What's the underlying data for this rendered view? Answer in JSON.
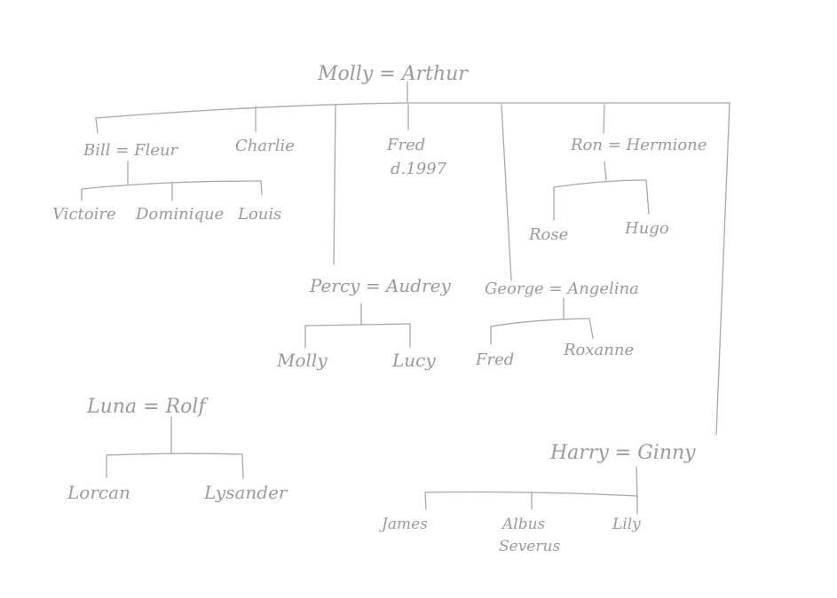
{
  "ink_color": "#9a9a9a",
  "couples": {
    "molly_arthur": {
      "a": "Molly",
      "b": "Arthur",
      "sep": "="
    },
    "bill_fleur": {
      "a": "Bill",
      "b": "Fleur",
      "sep": "="
    },
    "ron_hermione": {
      "a": "Ron",
      "b": "Hermione",
      "sep": "="
    },
    "percy_audrey": {
      "a": "Percy",
      "b": "Audrey",
      "sep": "="
    },
    "george_angelina": {
      "a": "George",
      "b": "Angelina",
      "sep": "="
    },
    "luna_rolf": {
      "a": "Luna",
      "b": "Rolf",
      "sep": "="
    },
    "harry_ginny": {
      "a": "Harry",
      "b": "Ginny",
      "sep": "="
    }
  },
  "singles": {
    "charlie": "Charlie",
    "fred": "Fred",
    "fred_death": "d.1997"
  },
  "children": {
    "bill_fleur": [
      "Victoire",
      "Dominique",
      "Louis"
    ],
    "ron_hermione": [
      "Rose",
      "Hugo"
    ],
    "percy_audrey": [
      "Molly",
      "Lucy"
    ],
    "george_angelina": [
      "Fred",
      "Roxanne"
    ],
    "luna_rolf": [
      "Lorcan",
      "Lysander"
    ],
    "harry_ginny": [
      "James",
      "Albus",
      "Lily"
    ],
    "harry_ginny_albus_middle": "Severus"
  }
}
